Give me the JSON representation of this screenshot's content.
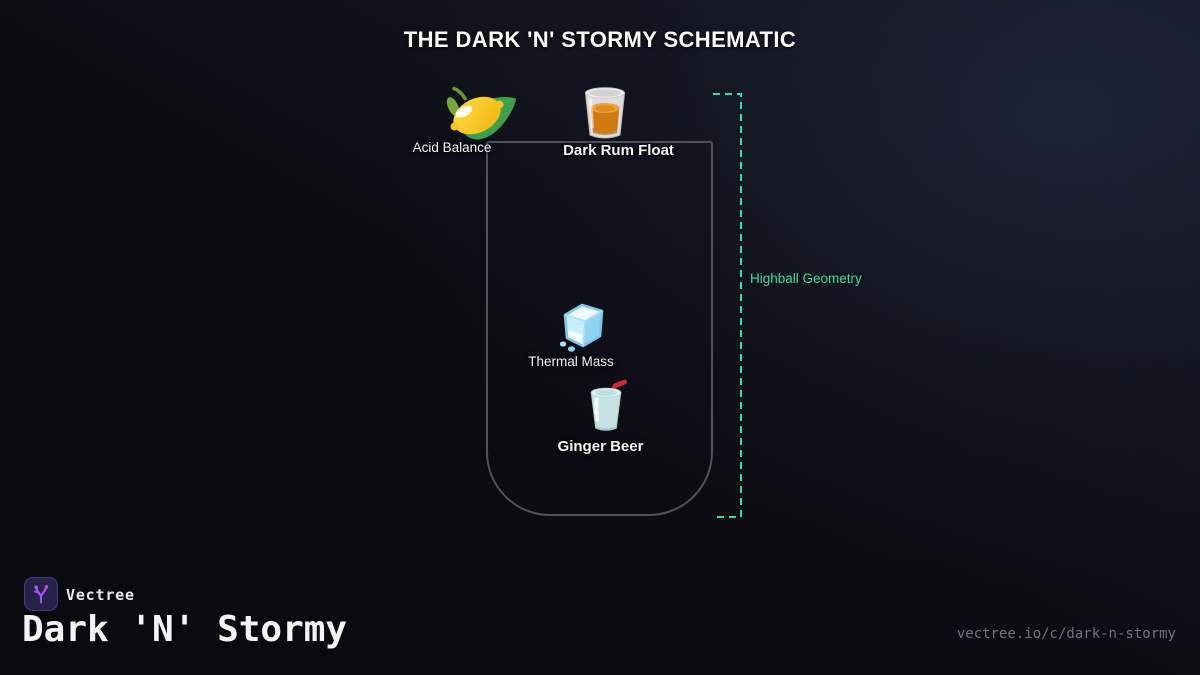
{
  "title": "THE DARK 'N' STORMY SCHEMATIC",
  "diagram": {
    "container": "highball-glass-outline",
    "nodes": [
      {
        "label": "Acid Balance",
        "icon": "lemon-icon",
        "weight": "normal"
      },
      {
        "label": "Dark Rum Float",
        "icon": "rum-tumbler-icon",
        "weight": "bold"
      },
      {
        "label": "Thermal Mass",
        "icon": "ice-cube-icon",
        "weight": "normal"
      },
      {
        "label": "Ginger Beer",
        "icon": "cup-with-straw-icon",
        "weight": "bold"
      }
    ],
    "bracket": {
      "label": "Highball Geometry",
      "color": "#2ce3a6",
      "style": "dashed"
    }
  },
  "footer": {
    "brand": "Vectree",
    "title": "Dark 'N' Stormy",
    "url": "vectree.io/c/dark-n-stormy"
  },
  "colors": {
    "background_dark": "#08090d",
    "background_light": "#171b2a",
    "accent_teal": "#2ce3a6",
    "glass_outline": "#50545a",
    "text_primary": "#ffffff",
    "text_muted": "#6e7380",
    "logo_background": "#262149",
    "logo_purple": "#a855f7"
  }
}
